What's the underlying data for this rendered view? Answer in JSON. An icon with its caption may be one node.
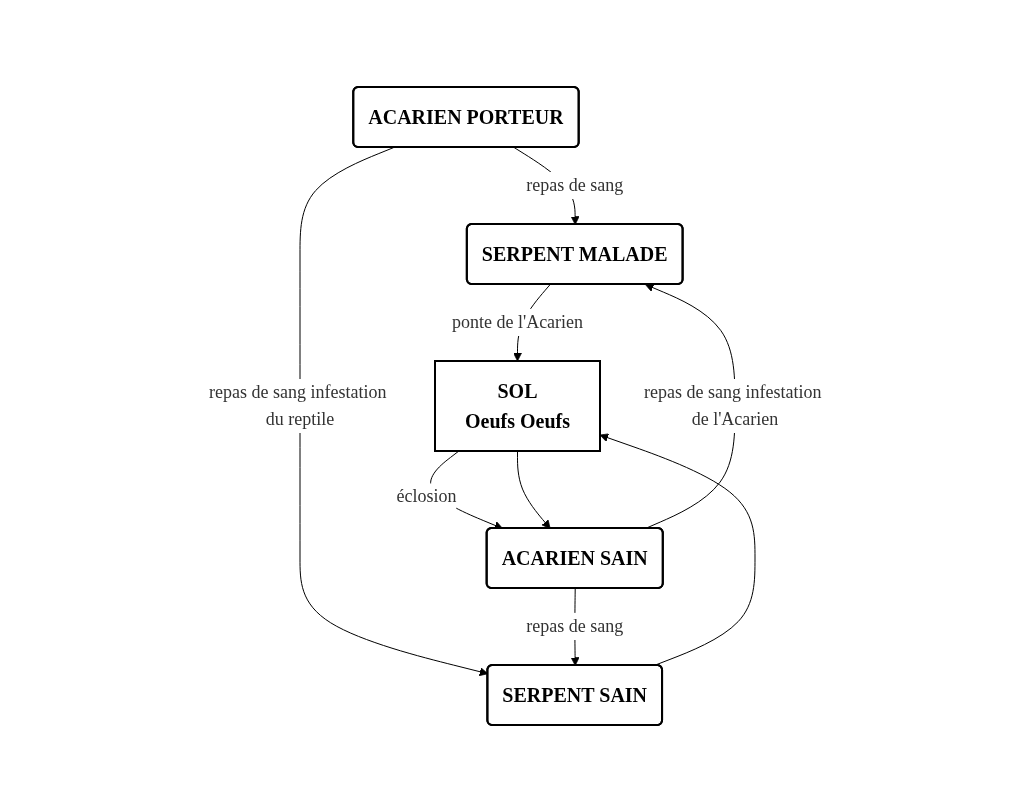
{
  "diagram": {
    "nodes": [
      {
        "text": [
          "ACARIEN PORTEUR"
        ]
      },
      {
        "text": [
          "SERPENT MALADE"
        ]
      },
      {
        "text": [
          "SERPENT SAIN"
        ]
      },
      {
        "text": [
          "SOL",
          "Oeufs Oeufs"
        ]
      },
      {
        "text": [
          "ACARIEN SAIN"
        ]
      }
    ],
    "edges": [
      {
        "from": 0,
        "to": 1,
        "arrow": "to",
        "label": "repas de sang"
      },
      {
        "from": 0,
        "to": 2,
        "arrow": "to",
        "label": "repas de sang infestation du reptile"
      },
      {
        "from": 1,
        "to": 3,
        "arrow": "to",
        "label": "ponte de l'Acarien"
      },
      {
        "from": 2,
        "to": 3,
        "arrow": "to"
      },
      {
        "from": 3,
        "to": 4,
        "arrow": "to",
        "label": "éclosion"
      },
      {
        "from": 3,
        "to": 4,
        "arrow": "to"
      },
      {
        "from": 4,
        "to": 1,
        "arrow": "to",
        "label": "repas de sang infestation de l'Acarien"
      },
      {
        "from": 4,
        "to": 2,
        "arrow": "to",
        "label": "repas de sang"
      }
    ]
  }
}
